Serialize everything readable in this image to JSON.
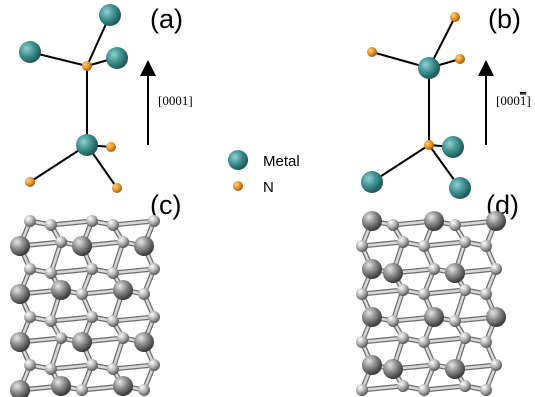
{
  "panels": {
    "a": {
      "label": "(a)",
      "direction": "[0001]"
    },
    "b": {
      "label": "(b)",
      "direction": "[000",
      "direction_bar": "1",
      "direction_close": "]"
    },
    "c": {
      "label": "(c)"
    },
    "d": {
      "label": "(d)"
    }
  },
  "legend": {
    "metal": {
      "label": "Metal",
      "color": "#3e8f8f"
    },
    "n": {
      "label": "N",
      "color": "#e8901f"
    }
  },
  "colors": {
    "bond": "#000000",
    "lattice_atom": "#8a8a8a",
    "lattice_bond": "#c8c8c8"
  }
}
